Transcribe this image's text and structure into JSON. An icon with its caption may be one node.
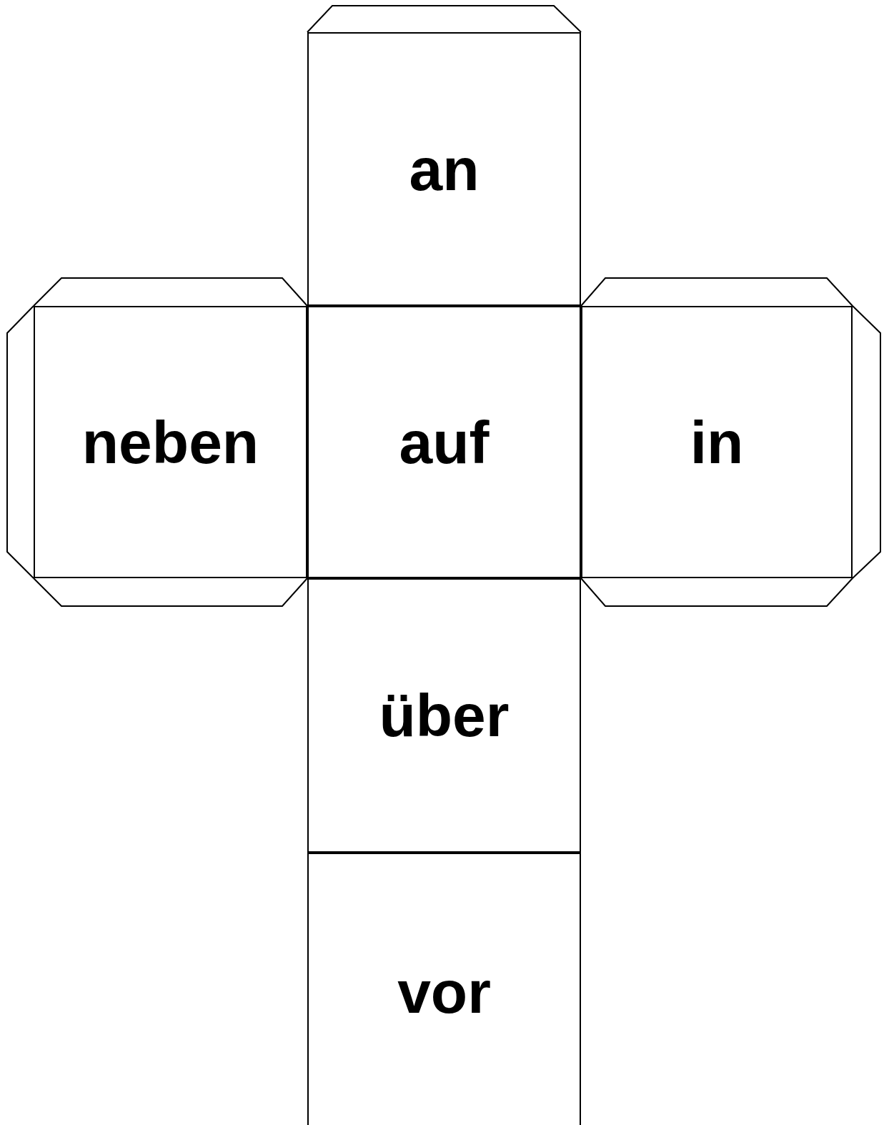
{
  "diagram": {
    "nodes": [
      {
        "text": [
          "an"
        ]
      },
      {
        "text": [
          "neben"
        ]
      },
      {
        "text": [
          "auf"
        ]
      },
      {
        "text": [
          "in"
        ]
      },
      {
        "text": [
          "über"
        ]
      },
      {
        "text": [
          "vor"
        ]
      }
    ]
  }
}
